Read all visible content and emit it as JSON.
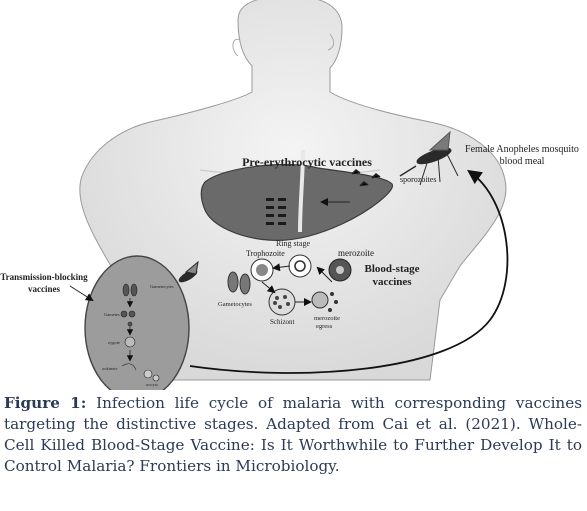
{
  "figure": {
    "labels": {
      "female_mosquito": "Female Anopheles mosquito",
      "blood_meal": "blood meal",
      "sporozoites": "sporozoites",
      "pre_erythrocytic": "Pre-erythrocytic vaccines",
      "ring_stage": "Ring stage",
      "trophozoite": "Trophozoite",
      "merozoite": "merozoite",
      "blood_stage_1": "Blood-stage",
      "blood_stage_2": "vaccines",
      "gametocytes": "Gametocytes",
      "schizont": "Schizont",
      "merozoite_egress_1": "merozoite",
      "merozoite_egress_2": "egress",
      "transmission_1": "Transmission-blocking",
      "transmission_2": "vaccines",
      "gut_gametocytes": "Gametocytes",
      "gut_gametes": "Gametes",
      "gut_zygote": "zygote",
      "gut_ookinete": "ookinete",
      "gut_oocyst": "oocyst"
    }
  },
  "caption": {
    "label": "Figure 1:",
    "text": " Infection life cycle of malaria with corresponding vaccines targeting the distinctive stages. Adapted from Cai et al. (2021). Whole-Cell Killed Blood-Stage Vaccine: Is It Worthwhile to Further Develop It to Control Malaria? Frontiers in Microbiology."
  }
}
